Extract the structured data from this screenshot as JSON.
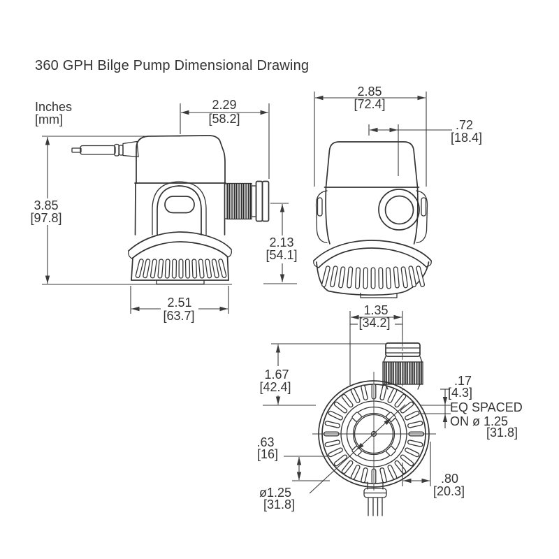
{
  "title": "360 GPH Bilge Pump Dimensional Drawing",
  "units_label": {
    "line1": "Inches",
    "line2": "[mm]"
  },
  "dims": {
    "side_width": {
      "in": "2.29",
      "mm": "[58.2]"
    },
    "side_height": {
      "in": "3.85",
      "mm": "[97.8]"
    },
    "side_outlet_height": {
      "in": "2.13",
      "mm": "[54.1]"
    },
    "side_base_width": {
      "in": "2.51",
      "mm": "[63.7]"
    },
    "front_width": {
      "in": "2.85",
      "mm": "[72.4]"
    },
    "front_outlet_offset": {
      "in": ".72",
      "mm": "[18.4]"
    },
    "bottom_outlet_offset": {
      "in": "1.35",
      "mm": "[34.2]"
    },
    "bottom_outlet_length": {
      "in": "1.67",
      "mm": "[42.4]"
    },
    "bottom_slot_width": {
      "in": ".17",
      "mm": "[4.3]"
    },
    "bottom_inlet_offset": {
      "in": ".63",
      "mm": "[16]"
    },
    "bottom_inlet_dia": {
      "in": "ø1.25",
      "mm": "[31.8]"
    },
    "bottom_edge_dist": {
      "in": ".80",
      "mm": "[20.3]"
    }
  },
  "notes": {
    "eq_spaced_1": "EQ SPACED",
    "eq_spaced_2": "ON ø 1.25",
    "eq_spaced_mm": "[31.8]"
  },
  "colors": {
    "line": "#333333",
    "text": "#333333",
    "background": "#ffffff"
  }
}
